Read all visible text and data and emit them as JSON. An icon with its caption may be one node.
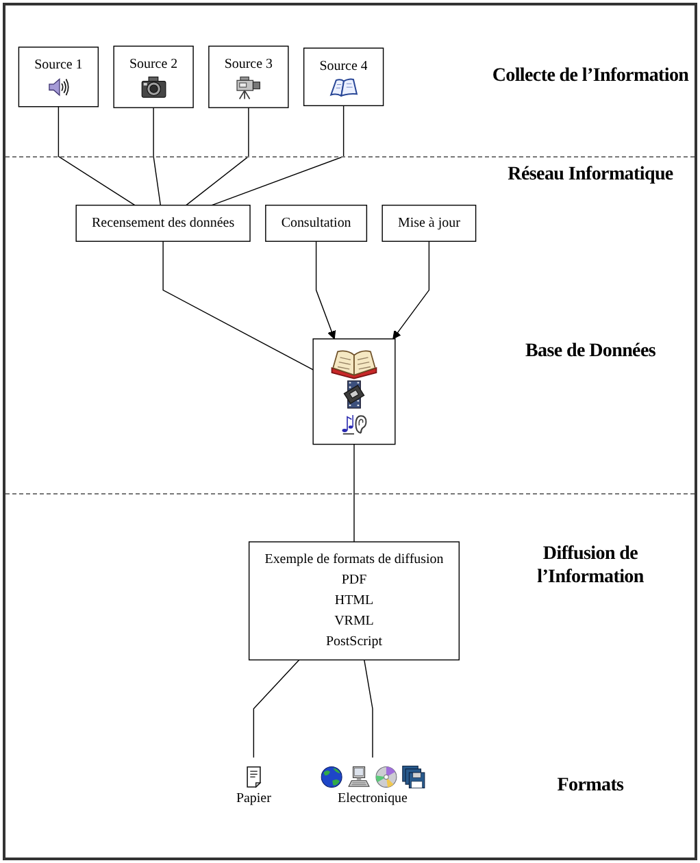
{
  "diagram": {
    "nodes": [
      {
        "text": [
          "Source 1"
        ]
      },
      {
        "text": [
          "Source 2"
        ]
      },
      {
        "text": [
          "Source 3"
        ]
      },
      {
        "text": [
          "Source 4"
        ]
      },
      {
        "text": [
          "Recensement des données"
        ]
      },
      {
        "text": [],
        "shape": "box"
      },
      {
        "text": [
          "Consultation"
        ]
      },
      {
        "text": [
          "Mise à jour"
        ]
      },
      {
        "text": [
          "Exemple de formats de diffusion",
          "PDF",
          "HTML",
          "VRML",
          "PostScript"
        ]
      },
      {
        "text": [
          "Papier"
        ]
      },
      {
        "text": [
          "Electronique"
        ]
      }
    ],
    "edges": [
      {
        "from": 0,
        "to": 4,
        "arrow": "none"
      },
      {
        "from": 1,
        "to": 4,
        "arrow": "none"
      },
      {
        "from": 2,
        "to": 4,
        "arrow": "none"
      },
      {
        "from": 3,
        "to": 4,
        "arrow": "none"
      },
      {
        "from": 4,
        "to": 5,
        "arrow": "none"
      },
      {
        "from": 6,
        "to": 5,
        "arrow": "to"
      },
      {
        "from": 7,
        "to": 5,
        "arrow": "to"
      },
      {
        "from": 5,
        "to": 8,
        "arrow": "none"
      },
      {
        "from": 8,
        "to": 9,
        "arrow": "none"
      },
      {
        "from": 8,
        "to": 10,
        "arrow": "none"
      }
    ],
    "labels": [
      "Collecte de l’Information",
      "Réseau Informatique",
      "Base de Données",
      "Diffusion de l’Information",
      "Formats"
    ]
  }
}
